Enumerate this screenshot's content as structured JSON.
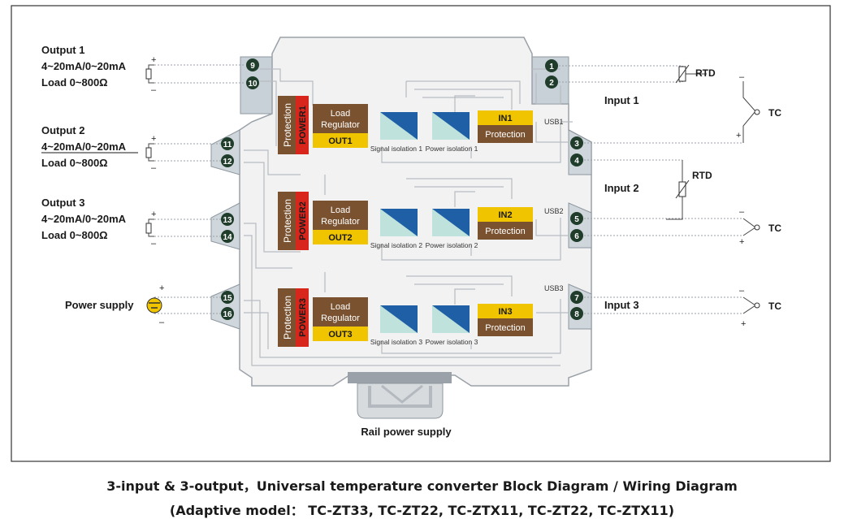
{
  "outputs": [
    {
      "title": "Output 1",
      "range": "4~20mA/0~20mA",
      "load": "Load 0~800Ω",
      "plus_terminal": "9",
      "minus_terminal": "10"
    },
    {
      "title": "Output 2",
      "range": "4~20mA/0~20mA",
      "load": "Load 0~800Ω",
      "plus_terminal": "11",
      "minus_terminal": "12"
    },
    {
      "title": "Output 3",
      "range": "4~20mA/0~20mA",
      "load": "Load 0~800Ω",
      "plus_terminal": "13",
      "minus_terminal": "14"
    }
  ],
  "power": {
    "label": "Power supply",
    "plus_terminal": "15",
    "minus_terminal": "16"
  },
  "rail_label": "Rail power supply",
  "channels": [
    {
      "protection": "Protection",
      "power": "POWER1",
      "load_regulator": "Load\nRegulator",
      "out": "OUT1",
      "signal_iso": "Signal isolation 1",
      "power_iso": "Power isolation 1",
      "in": "IN1",
      "in_protection": "Protection",
      "usb": "USB1"
    },
    {
      "protection": "Protection",
      "power": "POWER2",
      "load_regulator": "Load\nRegulator",
      "out": "OUT2",
      "signal_iso": "Signal isolation 2",
      "power_iso": "Power isolation 2",
      "in": "IN2",
      "in_protection": "Protection",
      "usb": "USB2"
    },
    {
      "protection": "Protection",
      "power": "POWER3",
      "load_regulator": "Load\nRegulator",
      "out": "OUT3",
      "signal_iso": "Signal isolation 3",
      "power_iso": "Power isolation 3",
      "in": "IN3",
      "in_protection": "Protection",
      "usb": "USB3"
    }
  ],
  "inputs": [
    {
      "label": "Input 1",
      "terminals": [
        "1",
        "2",
        "3"
      ]
    },
    {
      "label": "Input 2",
      "terminals": [
        "4",
        "5",
        "6"
      ]
    },
    {
      "label": "Input 3",
      "terminals": [
        "7",
        "8"
      ]
    }
  ],
  "sensor_labels": {
    "rtd": "RTD",
    "tc": "TC",
    "plus": "+",
    "minus": "-"
  },
  "caption": {
    "line1": "3-input & 3-output，Universal temperature converter    Block Diagram / Wiring Diagram",
    "line2": "(Adaptive model： TC-ZT33, TC-ZT22, TC-ZTX11, TC-ZT22, TC-ZTX11)"
  },
  "colors": {
    "brown": "#7a5230",
    "red": "#d9261c",
    "yellow": "#f1c400",
    "housing": "#f1f1f1",
    "housing_edge": "#b8bec4",
    "terminal": "#1f3d2a",
    "iso_blue": "#1f5fa6",
    "iso_teal": "#bfe3dc"
  }
}
